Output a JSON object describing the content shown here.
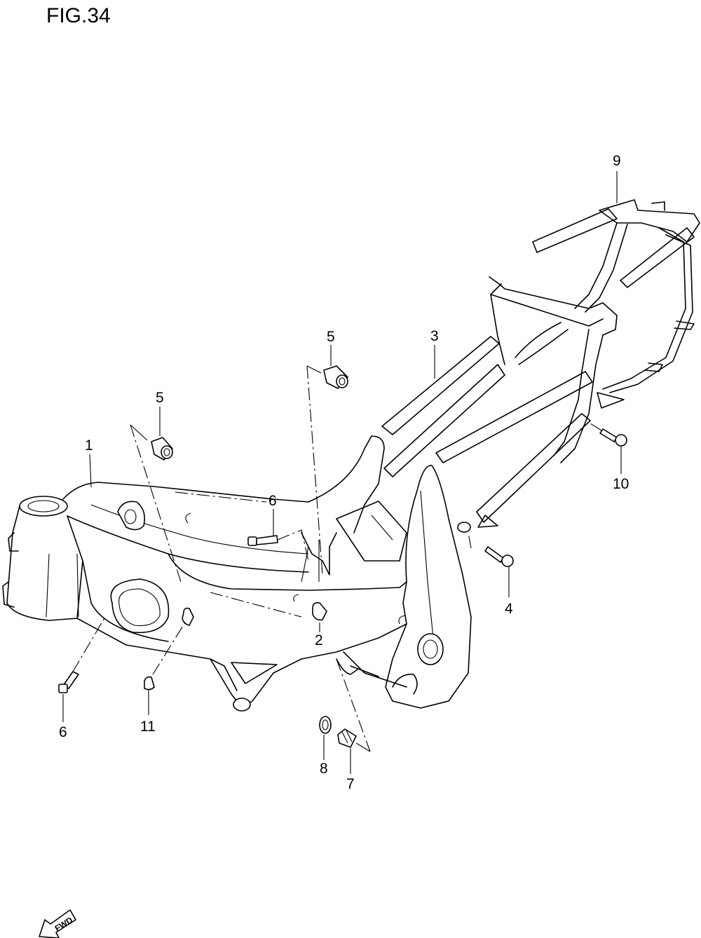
{
  "figure": {
    "title": "FIG.34"
  },
  "callouts": [
    {
      "id": "c1",
      "label": "1"
    },
    {
      "id": "c2",
      "label": "2"
    },
    {
      "id": "c3",
      "label": "3"
    },
    {
      "id": "c4",
      "label": "4"
    },
    {
      "id": "c5a",
      "label": "5"
    },
    {
      "id": "c5b",
      "label": "5"
    },
    {
      "id": "c6a",
      "label": "6"
    },
    {
      "id": "c6b",
      "label": "6"
    },
    {
      "id": "c7",
      "label": "7"
    },
    {
      "id": "c8",
      "label": "8"
    },
    {
      "id": "c9",
      "label": "9"
    },
    {
      "id": "c10",
      "label": "10"
    },
    {
      "id": "c11",
      "label": "11"
    }
  ],
  "direction_badge": {
    "label": "FWD",
    "icon": "fwd-arrow-icon"
  }
}
